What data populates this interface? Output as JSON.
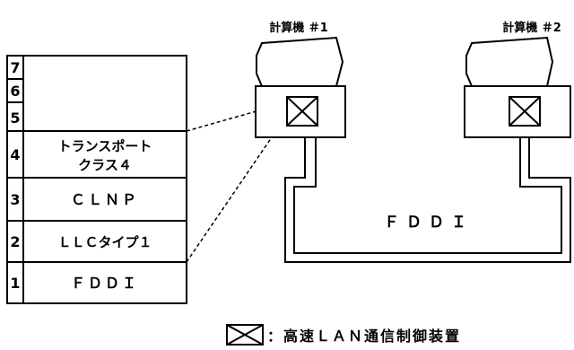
{
  "stack": {
    "layers": [
      {
        "num": "7",
        "lines": []
      },
      {
        "num": "6",
        "lines": []
      },
      {
        "num": "5",
        "lines": []
      },
      {
        "num": "4",
        "lines": [
          "トランスポート",
          "クラス４"
        ]
      },
      {
        "num": "3",
        "lines": [
          "ＣＬＮＰ"
        ]
      },
      {
        "num": "2",
        "lines": [
          "ＬＬＣタイプ１"
        ]
      },
      {
        "num": "1",
        "lines": [
          "ＦＤＤＩ"
        ]
      }
    ]
  },
  "computers": [
    {
      "label": "計算機 ＃1"
    },
    {
      "label": "計算機 ＃2"
    }
  ],
  "network": {
    "label": "ＦＤＤＩ"
  },
  "legend": {
    "text": "：高速ＬＡＮ通信制御装置"
  }
}
